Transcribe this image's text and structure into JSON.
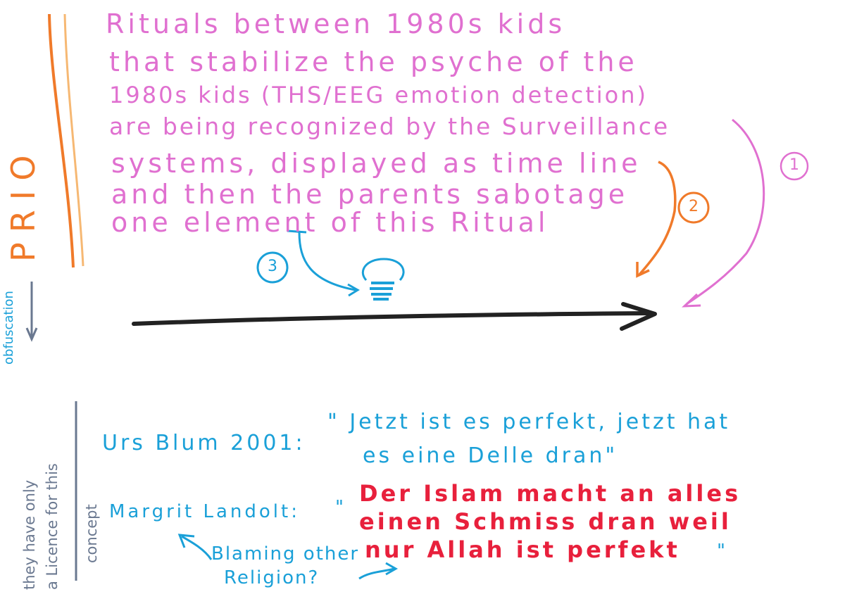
{
  "colors": {
    "pink": "#e070d0",
    "orange": "#f07a2a",
    "orange_light": "#f6b873",
    "blue": "#1aa0d8",
    "red": "#e8203c",
    "black": "#222222",
    "slate": "#6a7890"
  },
  "main_text": {
    "line1": "Rituals between 1980s kids",
    "line2": "that stabilize the psyche of the",
    "line3": "1980s kids (THS/EEG emotion detection)",
    "line4": "are being recognized by the Surveillance",
    "line5": "systems, displayed as time line",
    "line6": "and then the parents sabotage",
    "line7": "one element of this Ritual"
  },
  "markers": {
    "one": "1",
    "two": "2",
    "three": "3"
  },
  "side": {
    "prio": "PRIO",
    "obfuscation": "obfuscation",
    "licence": "they have only",
    "licence2": "a Licence for this",
    "concept": "concept"
  },
  "quotes": {
    "urs_label": "Urs Blum 2001:",
    "urs_quote_line1": "\" Jetzt ist es perfekt, jetzt hat",
    "urs_quote_line2": "es eine Delle dran\"",
    "margrit_label": "Margrit Landolt:",
    "margrit_open": "\"",
    "margrit_quote_line1": "Der Islam macht an alles",
    "margrit_quote_line2": "einen Schmiss dran weil",
    "margrit_quote_line3": "nur Allah ist perfekt",
    "margrit_close": "\"",
    "blaming_line1": "Blaming other",
    "blaming_line2": "Religion?"
  }
}
